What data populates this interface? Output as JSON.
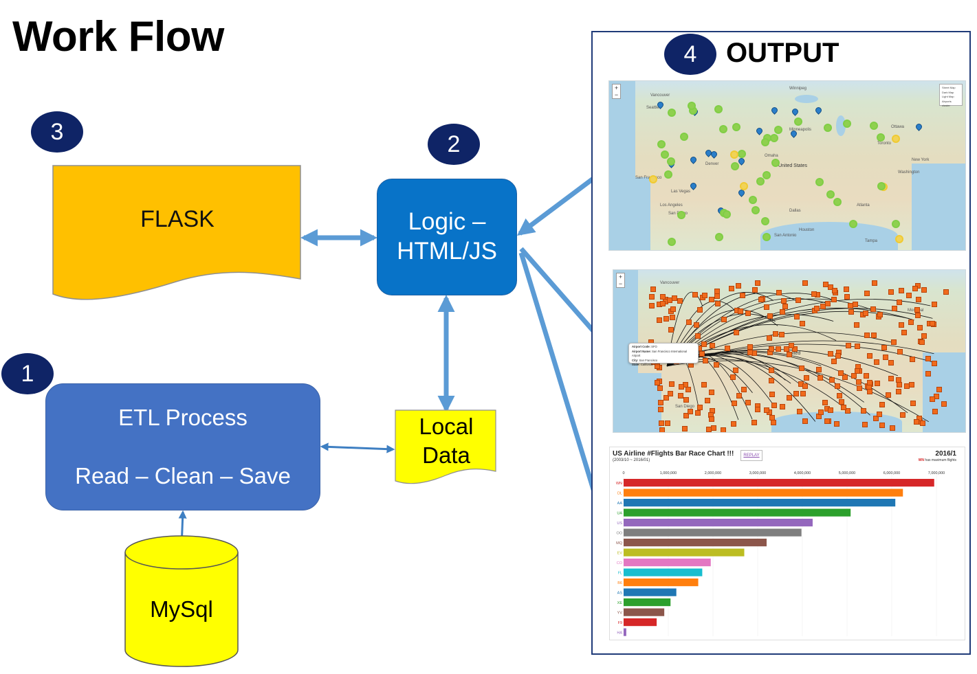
{
  "title": "Work Flow",
  "steps": {
    "etl": "1",
    "logic": "2",
    "flask": "3",
    "output": "4"
  },
  "flask": {
    "label": "FLASK"
  },
  "logic": {
    "line1": "Logic –",
    "line2": "HTML/JS"
  },
  "etl": {
    "title": "ETL Process",
    "subtitle": "Read – Clean – Save"
  },
  "local_data": {
    "line1": "Local",
    "line2": "Data"
  },
  "mysql": {
    "label": "MySql"
  },
  "output": {
    "label": "OUTPUT"
  },
  "colors": {
    "step_circle": "#0f2466",
    "flask_fill": "#ffc000",
    "logic_fill": "#0873c8",
    "etl_fill": "#4472c4",
    "local_fill": "#ffff00",
    "mysql_fill": "#ffff00",
    "arrow": "#5b9bd5",
    "output_border": "#1f3a78"
  },
  "map1": {
    "zoom_in": "+",
    "zoom_out": "−",
    "labels": [
      "Winnipeg",
      "Vancouver",
      "Seattle",
      "Minneapolis",
      "Ottawa",
      "Toronto",
      "New York",
      "Omaha",
      "Denver",
      "United States",
      "San Francisco",
      "Las Vegas",
      "Los Angeles",
      "San Diego",
      "Dallas",
      "Houston",
      "Atlanta",
      "Washington",
      "San Antonio",
      "Tampa"
    ],
    "layers": [
      "Street Map",
      "Dark Map",
      "Light Map",
      "Airports cluster"
    ]
  },
  "map2": {
    "zoom_in": "+",
    "zoom_out": "−",
    "labels": [
      "Vancouver",
      "Montreal",
      "United",
      "San Diego"
    ],
    "popup": {
      "code_label": "Airport Code:",
      "code": "SFO",
      "name_label": "Airport Name:",
      "name": "San Francisco International Airport",
      "city_label": "City:",
      "city": "San Francisco",
      "state_label": "State:",
      "state": "California"
    }
  },
  "bar_race": {
    "title": "US Airline #Flights Bar Race Chart !!!",
    "subtitle": "(2003/10 ~ 2016/01)",
    "replay": "REPLAY",
    "date": "2016/1",
    "leader": "WN",
    "leader_note": "has maximum flights"
  },
  "chart_data": {
    "type": "bar",
    "orientation": "horizontal",
    "title": "US Airline #Flights Bar Race Chart !!!",
    "period": "2016/1",
    "axis_ticks": [
      "0",
      "1,000,000",
      "2,000,000",
      "3,000,000",
      "4,000,000",
      "5,000,000",
      "6,000,000",
      "7,000,000"
    ],
    "xlim": [
      0,
      7000000
    ],
    "categories": [
      "WN",
      "DL",
      "AA",
      "UA",
      "US",
      "OO",
      "MQ",
      "EV",
      "CO",
      "FL",
      "B6",
      "AS",
      "XE",
      "YV",
      "F9",
      "HA"
    ],
    "values": [
      6950000,
      6250000,
      6080000,
      5080000,
      4230000,
      3980000,
      3200000,
      2700000,
      1950000,
      1760000,
      1670000,
      1180000,
      1050000,
      910000,
      740000,
      60000
    ],
    "colors": [
      "#d62728",
      "#ff7f0e",
      "#1f77b4",
      "#2ca02c",
      "#9467bd",
      "#7f7f7f",
      "#8c564b",
      "#bcbd22",
      "#e377c2",
      "#17becf",
      "#ff7f0e",
      "#1f77b4",
      "#2ca02c",
      "#8c564b",
      "#d62728",
      "#9467bd"
    ]
  }
}
